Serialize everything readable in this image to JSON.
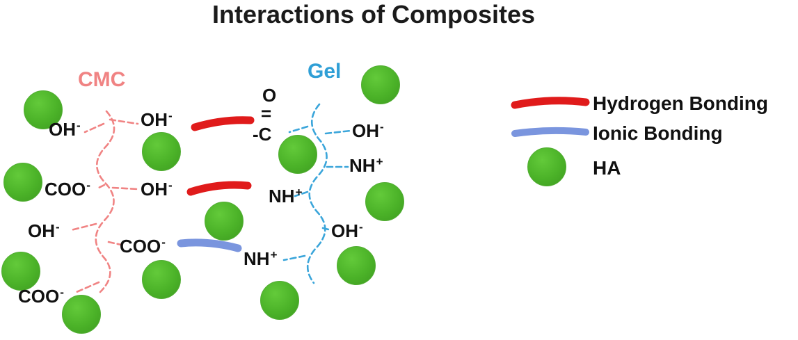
{
  "title": "Interactions of Composites",
  "cmc": {
    "label": "CMC",
    "groups": [
      {
        "base": "OH",
        "sup": "-"
      },
      {
        "base": "OH",
        "sup": "-"
      },
      {
        "base": "COO",
        "sup": "-"
      },
      {
        "base": "OH",
        "sup": "-"
      },
      {
        "base": "OH",
        "sup": "-"
      },
      {
        "base": "COO",
        "sup": "-"
      },
      {
        "base": "COO",
        "sup": "-"
      }
    ]
  },
  "gel": {
    "label": "Gel",
    "carbonyl": {
      "o": "O",
      "bond": "=",
      "c": "-C"
    },
    "groups": [
      {
        "base": "OH",
        "sup": "-"
      },
      {
        "base": "NH",
        "sup": "+"
      },
      {
        "base": "NH",
        "sup": "+"
      },
      {
        "base": "OH",
        "sup": "-"
      },
      {
        "base": "NH",
        "sup": "+"
      }
    ]
  },
  "legend": {
    "items": [
      {
        "label": "Hydrogen Bonding"
      },
      {
        "label": "Ionic Bonding"
      },
      {
        "label": "HA"
      }
    ]
  },
  "colors": {
    "ha_green": "#4bb228",
    "hydrogen_bond_red": "#e01b1b",
    "ionic_bond_blue": "#7a95de",
    "cmc_pink": "#f08383",
    "gel_blue": "#2f9fd6",
    "text": "#1a1a1a"
  },
  "ha_particle_count": 12
}
